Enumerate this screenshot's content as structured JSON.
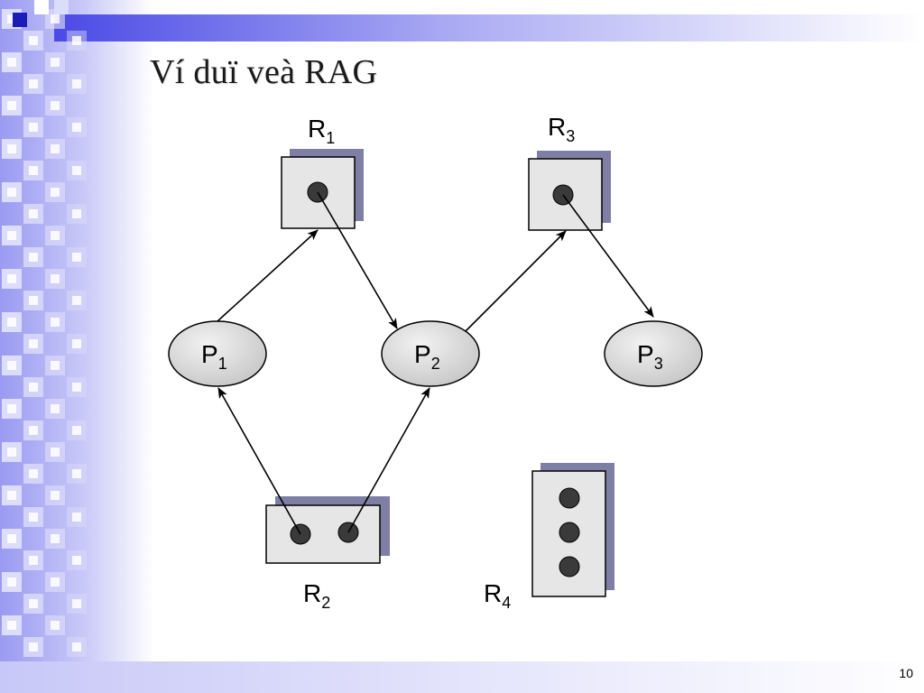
{
  "slide": {
    "title": "Ví duï veà RAG",
    "page_number": "10"
  },
  "colors": {
    "accent_blue": "#5252e8",
    "sidebar_light": "#dcdcfb",
    "resource_fill": "#e6e6e6",
    "resource_shadow": "#7f7fa6",
    "process_fill": "#d7d7d7",
    "instance_dot": "#3a3a3a"
  },
  "diagram": {
    "resources": [
      {
        "id": "R1",
        "letter": "R",
        "sub": "1",
        "instances": 1
      },
      {
        "id": "R2",
        "letter": "R",
        "sub": "2",
        "instances": 2
      },
      {
        "id": "R3",
        "letter": "R",
        "sub": "3",
        "instances": 1
      },
      {
        "id": "R4",
        "letter": "R",
        "sub": "4",
        "instances": 3
      }
    ],
    "processes": [
      {
        "id": "P1",
        "letter": "P",
        "sub": "1"
      },
      {
        "id": "P2",
        "letter": "P",
        "sub": "2"
      },
      {
        "id": "P3",
        "letter": "P",
        "sub": "3"
      }
    ],
    "edges": [
      {
        "type": "request",
        "from": "P1",
        "to": "R1"
      },
      {
        "type": "assignment",
        "from": "R1",
        "to": "P2"
      },
      {
        "type": "request",
        "from": "P2",
        "to": "R3"
      },
      {
        "type": "assignment",
        "from": "R3",
        "to": "P3"
      },
      {
        "type": "assignment",
        "from": "R2",
        "to": "P1"
      },
      {
        "type": "assignment",
        "from": "R2",
        "to": "P2"
      }
    ]
  }
}
